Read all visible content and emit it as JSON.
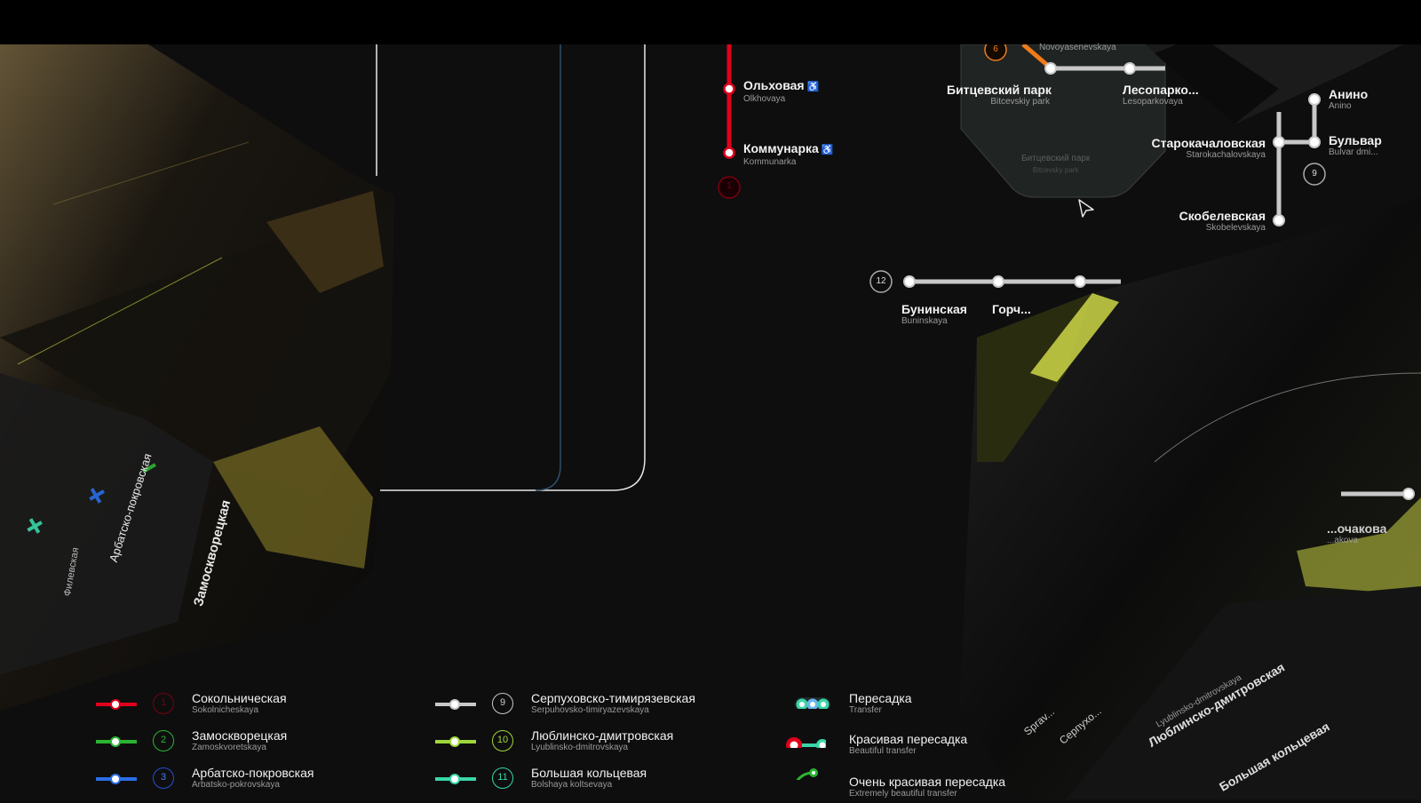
{
  "map": {
    "stations": {
      "olkhovaya": {
        "ru": "Ольховая",
        "en": "Olkhovaya"
      },
      "kommunarka": {
        "ru": "Коммунарка",
        "en": "Kommunarka"
      },
      "novoyasenevskaya": {
        "en": "Novoyasenevskaya"
      },
      "bitcevsky_park": {
        "ru": "Битцевский парк",
        "en": "Bitcevskiy park"
      },
      "lesoparkovaya": {
        "ru": "Лесопарко...",
        "en": "Lesoparkovaya"
      },
      "bitcevsky_park_zone": {
        "ru": "Битцевский парк",
        "en": "Bitcevsky park"
      },
      "anino": {
        "ru": "Анино",
        "en": "Anino"
      },
      "bulvar": {
        "ru": "Бульвар",
        "en": "Bulvar dmi..."
      },
      "starokachalovskaya": {
        "ru": "Старокачаловская",
        "en": "Starokachalovskaya"
      },
      "skobelevskaya": {
        "ru": "Скобелевская",
        "en": "Skobelevskaya"
      },
      "buninskaya": {
        "ru": "Бунинская",
        "en": "Buninskaya"
      },
      "goru": {
        "ru": "Горч..."
      },
      "ochakova": {
        "ru": "...очакова",
        "en": "...akova"
      }
    },
    "line_badges": {
      "l1": "1",
      "l6": "6",
      "l9": "9",
      "l12": "12"
    },
    "colors": {
      "background": "#0e0e0f",
      "line1": "#e1001b",
      "line2": "#2bb531",
      "line3": "#2a6ee6",
      "line6": "#f07b1a",
      "line9": "#c8c8c8",
      "line10": "#9fd83a",
      "line11": "#3ad6a8",
      "shape_accent": "#d8e24a"
    }
  },
  "legend": {
    "items": [
      {
        "num": "1",
        "ru": "Сокольническая",
        "en": "Sokolnicheskaya",
        "color": "#e1001b"
      },
      {
        "num": "2",
        "ru": "Замоскворецкая",
        "en": "Zamoskvoretskaya",
        "color": "#2bb531"
      },
      {
        "num": "3",
        "ru": "Арбатско-покровская",
        "en": "Arbatsko-pokrovskaya",
        "color": "#2a6ee6"
      },
      {
        "num": "9",
        "ru": "Серпуховско-тимирязевская",
        "en": "Serpuhovsko-timiryazevskaya",
        "color": "#c8c8c8"
      },
      {
        "num": "10",
        "ru": "Люблинско-дмитровская",
        "en": "Lyublinsko-dmitrovskaya",
        "color": "#9fd83a"
      },
      {
        "num": "11",
        "ru": "Большая кольцевая",
        "en": "Bolshaya koltsevaya",
        "color": "#3ad6a8"
      }
    ],
    "transfers": [
      {
        "ru": "Пересадка",
        "en": "Transfer"
      },
      {
        "ru": "Красивая пересадка",
        "en": "Beautiful transfer"
      },
      {
        "ru": "Очень красивая пересадка",
        "en": "Extremely beautiful transfer"
      }
    ]
  },
  "shapes": {
    "left_text": [
      "Арбатско-покровская",
      "Замоскворецкая",
      "Филевская"
    ],
    "right_text": [
      "Люблинско-дмитровская",
      "Lyublinsko-dmitrovskaya",
      "Большая кольцевая",
      "Серпухо...",
      "Sprav..."
    ]
  }
}
